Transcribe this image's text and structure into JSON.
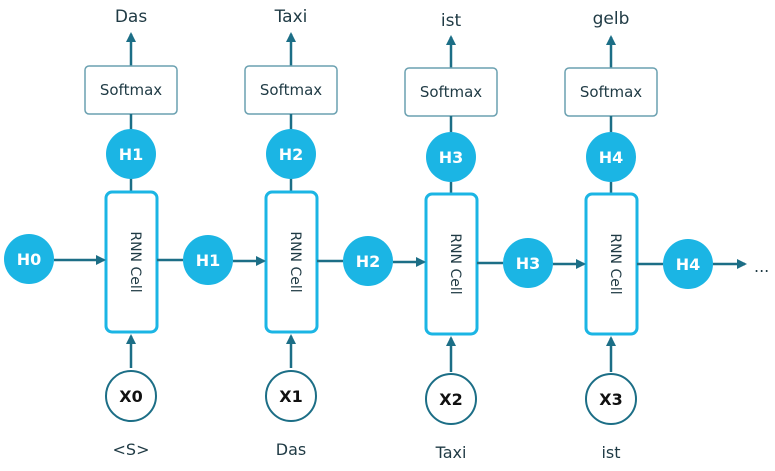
{
  "outputs": [
    "Das",
    "Taxi",
    "ist",
    "gelb"
  ],
  "softmax_label": "Softmax",
  "upper_hidden": [
    "H1",
    "H2",
    "H3",
    "H4"
  ],
  "cell_label": "RNN Cell",
  "chain_hidden": [
    "H0",
    "H1",
    "H2",
    "H3",
    "H4"
  ],
  "inputs": [
    "X0",
    "X1",
    "X2",
    "X3"
  ],
  "input_tokens": [
    "<S>",
    "Das",
    "Taxi",
    "ist"
  ],
  "continuation": "...",
  "colors": {
    "accent": "#1bb5e4",
    "line": "#1c6e86",
    "text": "#1f3a44",
    "softmax_border": "#6aa0b0"
  }
}
